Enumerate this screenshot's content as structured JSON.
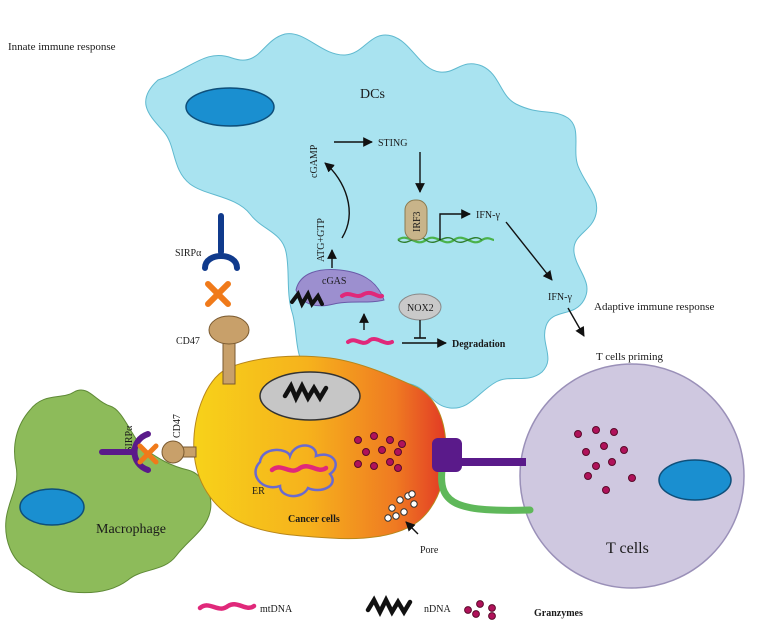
{
  "labels": {
    "innate": "Innate immune response",
    "adaptive": "Adaptive immune response",
    "dcs": "DCs",
    "cgamp": "cGAMP",
    "sting": "STING",
    "irf3": "IRF3",
    "ifn_top": "IFN-γ",
    "ifn_mid": "IFN-γ",
    "atg_gtp": "ATG+GTP",
    "cgas": "cGAS",
    "nox2": "NOX2",
    "degradation": "Degradation",
    "sirpa_dc": "SIRPα",
    "cd47_dc": "CD47",
    "sirpa_mac": "SIRPα",
    "cd47_mac": "CD47",
    "tcell_priming": "T cells priming",
    "er": "ER",
    "cancer_cells": "Cancer cells",
    "pore": "Pore",
    "macrophage": "Macrophage",
    "tcells": "T cells"
  },
  "legend": {
    "mtdna": "mtDNA",
    "ndna": "nDNA",
    "granzymes": "Granzymes"
  },
  "colors": {
    "dc_fill": "#a9e3f0",
    "nucleus_blue": "#1a8fd0",
    "macrophage_green": "#8dbb5a",
    "tcell_fill": "#cfc8e0",
    "granzyme": "#b0125a",
    "mtdna": "#e0287a",
    "purple": "#5a1a8a",
    "receptor_navy": "#103a8c",
    "cd47_tan": "#c8a06a",
    "cross_orange": "#f07a1a"
  }
}
